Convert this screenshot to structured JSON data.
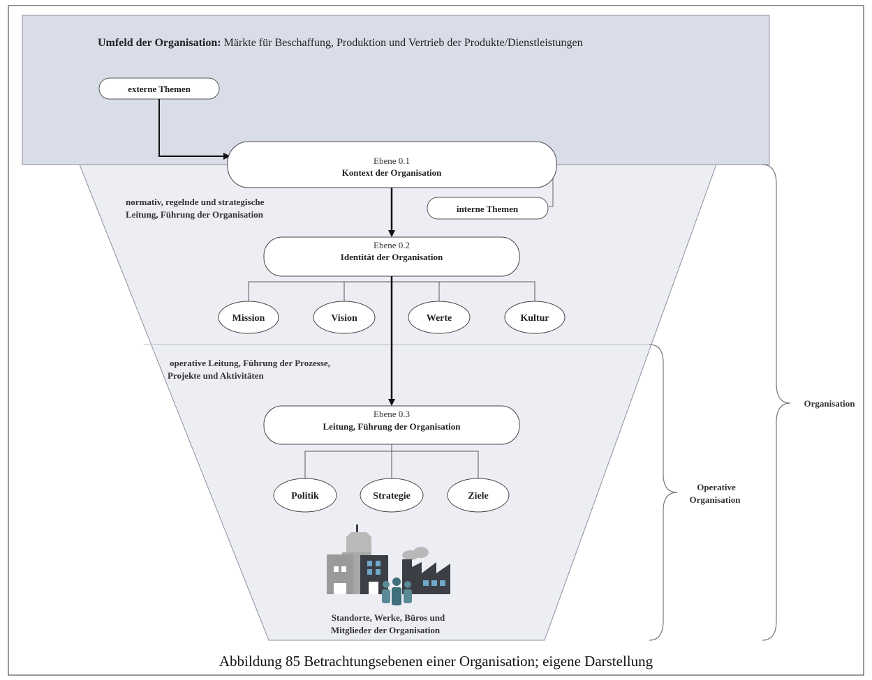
{
  "umfeld": {
    "title_bold": "Umfeld der Organisation:",
    "title_rest": " Märkte für Beschaffung, Produktion und Vertrieb der Produkte/Dienstleistungen"
  },
  "externe_themen": "externe Themen",
  "interne_themen": "interne Themen",
  "ebene_01": {
    "label": "Ebene 0.1",
    "title": "Kontext der Organisation"
  },
  "ebene_02": {
    "label": "Ebene 0.2",
    "title": "Identität der Organisation"
  },
  "ebene_03": {
    "label": "Ebene 0.3",
    "title": "Leitung, Führung der Organisation"
  },
  "normativ": {
    "line1": "normativ, regelnde und strategische",
    "line2": "Leitung, Führung der Organisation"
  },
  "operativ": {
    "line1": "operative Leitung, Führung der Prozesse,",
    "line2": "Projekte und Aktivitäten"
  },
  "identity_items": [
    "Mission",
    "Vision",
    "Werte",
    "Kultur"
  ],
  "leadership_items": [
    "Politik",
    "Strategie",
    "Ziele"
  ],
  "standorte": {
    "line1": "Standorte, Werke, Büros und",
    "line2": "Mitglieder der Organisation"
  },
  "brace_labels": {
    "organisation": "Organisation",
    "operative_line1": "Operative",
    "operative_line2": "Organisation"
  },
  "caption": "Abbildung 85 Betrachtungsebenen einer Organisation; eigene Darstellung",
  "colors": {
    "umfeld_bg": "#d9dde8",
    "funnel_bg": "#edeef3",
    "border": "#8a8f9c",
    "arrow": "#111111",
    "building_grey": "#9a9a9a",
    "building_dark": "#3b3f45",
    "people_teal": "#5a8a96"
  },
  "icons": [
    "buildings-icon",
    "factory-icon",
    "people-icon"
  ]
}
